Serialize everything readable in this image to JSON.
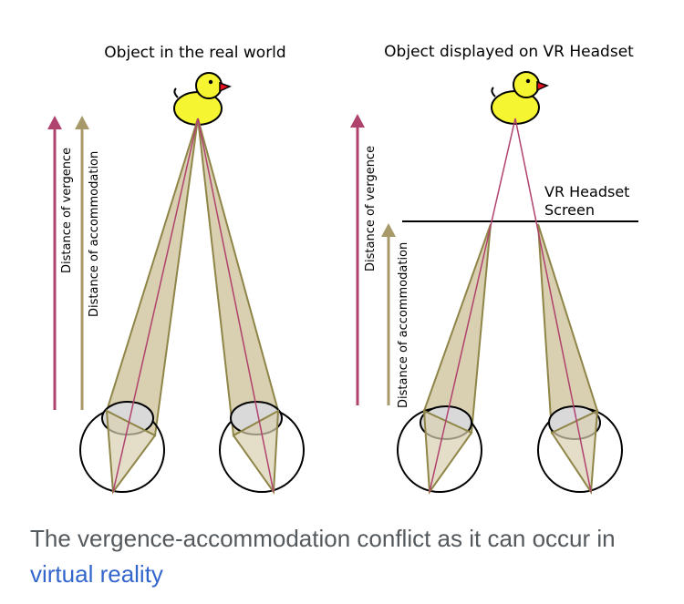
{
  "diagram": {
    "left_panel": {
      "title": "Object in the real world",
      "vergence_label": "Distance of vergence",
      "accommodation_label": "Distance of accommodation"
    },
    "right_panel": {
      "title": "Object displayed on VR Headset",
      "screen_label_line1": "VR Headset",
      "screen_label_line2": "Screen",
      "vergence_label": "Distance of vergence",
      "accommodation_label": "Distance of accommodation"
    },
    "colors": {
      "vergence_arrow": "#b0426e",
      "accommodation_arrow": "#a8996a",
      "cone_fill": "#d8d0b0",
      "cone_stroke": "#8f8548",
      "duck_body": "#f5f532",
      "duck_beak": "#e8101e"
    },
    "icons": [
      "rubber-duck-icon",
      "eye-icon"
    ]
  },
  "caption": {
    "text": "The vergence-accommodation conflict as it can occur in ",
    "link": "virtual reality"
  }
}
